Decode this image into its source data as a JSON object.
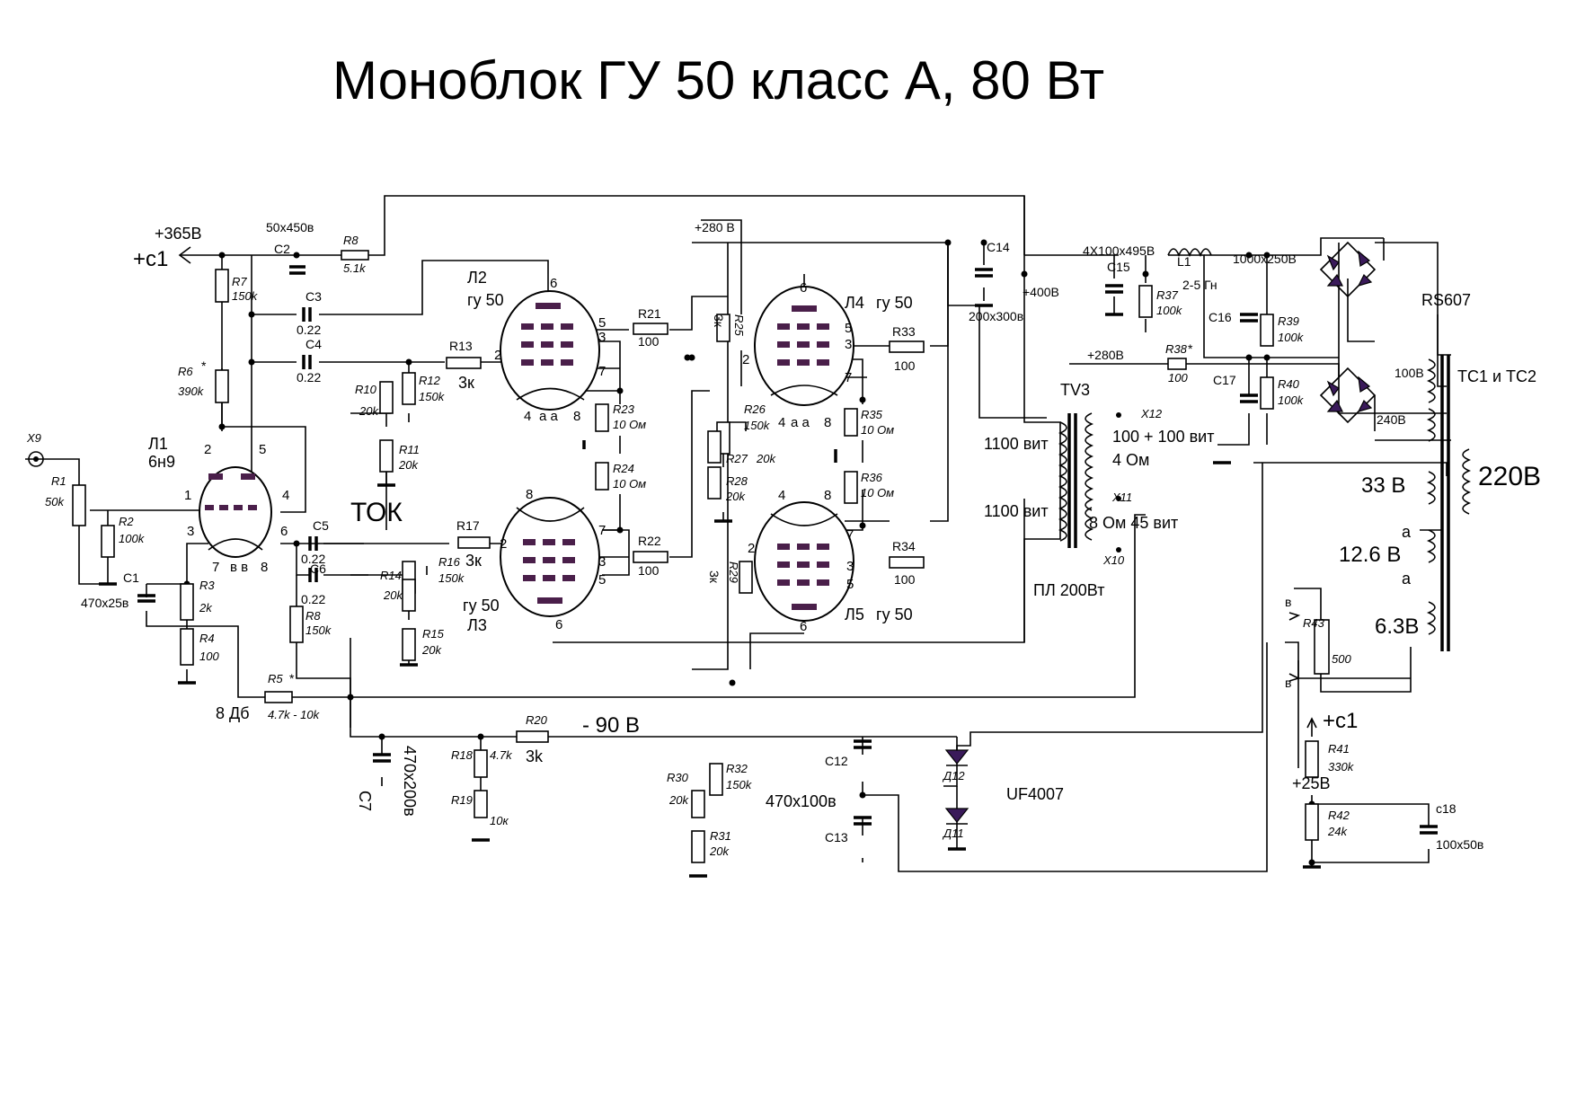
{
  "title": "Моноблок ГУ 50 класс А, 80 Вт",
  "supply": {
    "v365": "+365В",
    "c1": "+с1",
    "c2_rating": "50x450в",
    "v280": "+280 В",
    "v280b": "+280В",
    "v400": "+400В",
    "v_neg90": "- 90 В",
    "v25": "+25В"
  },
  "tubes": {
    "l1_name": "Л1",
    "l1_type": "6н9",
    "l2_name": "Л2",
    "l2_type": "гу 50",
    "l3_name": "Л3",
    "l3_type": "гу 50",
    "l4_name": "Л4",
    "l4_type": "гу 50",
    "l5_name": "Л5",
    "l5_type": "гу 50",
    "pin_aa": "а а",
    "pin_vv": "в в"
  },
  "components": {
    "x9": "X9",
    "r1": "R1",
    "r1_val": "50k",
    "r2": "R2",
    "r2_val": "100k",
    "c1": "C1",
    "c1_val": "470x25в",
    "r3": "R3",
    "r3_val": "2k",
    "r4": "R4",
    "r4_val": "100",
    "r5": "R5",
    "r5_val": "4.7k - 10k",
    "r6": "R6",
    "r6_val": "390k",
    "r7": "R7",
    "r7_val": "150k",
    "r8": "R8",
    "r8_val": "5.1k",
    "r8b_val": "150k",
    "c2": "C2",
    "c3": "C3",
    "c3_val": "0.22",
    "c4": "C4",
    "c4_val": "0.22",
    "c5": "C5",
    "c5_val": "0.22",
    "c6": "C6",
    "c6_val": "0.22",
    "c7": "C7",
    "c7_val": "470x200в",
    "r10": "R10",
    "r10_val": "20k",
    "r11": "R11",
    "r11_val": "20k",
    "r12": "R12",
    "r12_val": "150k",
    "r13": "R13",
    "r13_val": "3к",
    "r14": "R14",
    "r14_val": "20k",
    "r15": "R15",
    "r15_val": "20k",
    "r16": "R16",
    "r16_val": "150k",
    "r17": "R17",
    "r17_val": "3к",
    "r18": "R18",
    "r18_val": "4.7k",
    "r19": "R19",
    "r19_val": "10к",
    "r20": "R20",
    "r20_val": "3k",
    "r21": "R21",
    "r21_val": "100",
    "r22": "R22",
    "r22_val": "100",
    "r23": "R23",
    "r23_val": "10 Ом",
    "r24": "R24",
    "r24_val": "10 Ом",
    "r25": "R25",
    "r25_val": "3к",
    "r26": "R26",
    "r26_val": "150k",
    "r27": "R27",
    "r27_val": "20k",
    "r28": "R28",
    "r28_val": "20k",
    "r29": "R29",
    "r29_val": "3к",
    "r30": "R30",
    "r30_val": "20k",
    "r31": "R31",
    "r31_val": "20k",
    "r32": "R32",
    "r32_val": "150k",
    "r33": "R33",
    "r33_val": "100",
    "r34": "R34",
    "r34_val": "100",
    "r35": "R35",
    "r35_val": "10 Ом",
    "r36": "R36",
    "r36_val": "10 Ом",
    "r37": "R37",
    "r37_val": "100k",
    "r38": "R38",
    "r38_val": "100",
    "r39": "R39",
    "r39_val": "100k",
    "r40": "R40",
    "r40_val": "100k",
    "r41": "R41",
    "r41_val": "330k",
    "r42": "R42",
    "r42_val": "24k",
    "r43": "R43",
    "r43_val": "500",
    "c12": "C12",
    "c13": "C13",
    "c12_val": "470x100в",
    "c14": "C14",
    "c14_val": "200x300в",
    "c15": "C15",
    "c15_val": "4X100x495B",
    "c16": "C16",
    "c17": "C17",
    "c16_val": "1000x250B",
    "c18": "c18",
    "c18_val": "100x50в",
    "l1": "L1",
    "l1_val": "2-5 Гн",
    "d11": "Д11",
    "d12": "Д12",
    "diode_type": "UF4007",
    "bridge": "RS607"
  },
  "labels": {
    "tok": "ТОК",
    "fb": "8 Дб",
    "star": "*",
    "v100": "100В",
    "v240": "240В",
    "v33": "33 В",
    "v220": "220В",
    "v12_6": "12.6 В",
    "v6_3": "6.3В",
    "a": "а",
    "v": "в",
    "tc": "ТС1 и ТС2"
  },
  "output_transformer": {
    "name": "TV3",
    "core": "ПЛ 200Вт",
    "primary_1": "1100 вит",
    "primary_2": "1100 вит",
    "sec_turns": "100 + 100 вит",
    "sec_4ohm": "4 Ом",
    "sec_8ohm": "8 Ом  45 вит",
    "x10": "X10",
    "x11": "X11",
    "x12": "X12"
  }
}
